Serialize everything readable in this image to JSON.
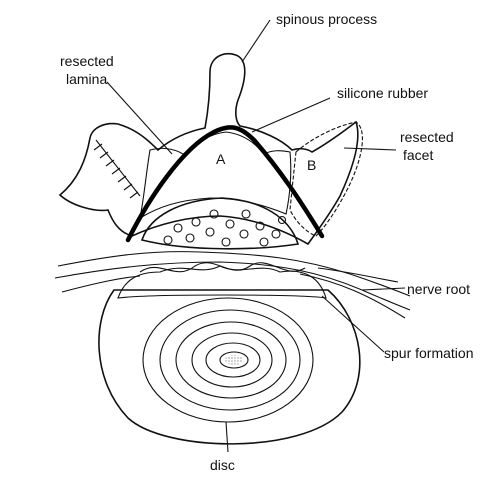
{
  "labels": {
    "spinous_process": "spinous process",
    "resected_lamina_1": "resected",
    "resected_lamina_2": "lamina",
    "silicone_rubber": "silicone rubber",
    "resected_facet_1": "resected",
    "resected_facet_2": "facet",
    "nerve_root": "nerve root",
    "spur_formation": "spur formation",
    "disc": "disc",
    "region_a": "A",
    "region_b": "B"
  }
}
